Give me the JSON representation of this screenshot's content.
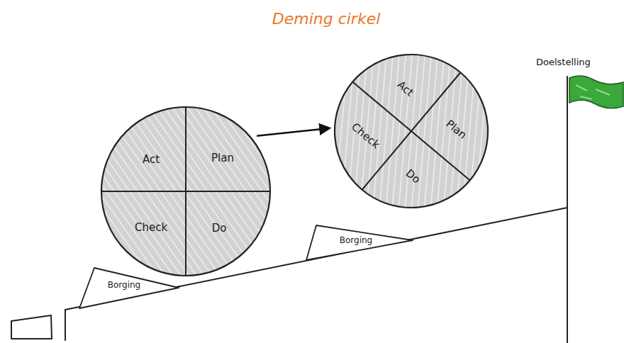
{
  "diagram": {
    "title": "Deming cirkel",
    "nodes": [
      {
        "text": [
          "Act",
          "Plan",
          "Check",
          "Do"
        ]
      },
      {
        "text": [
          "Borging"
        ]
      },
      {
        "text": [
          "Act",
          "Check",
          "Plan",
          "Do"
        ]
      },
      {
        "text": [
          "Borging"
        ]
      }
    ],
    "edges": [
      {
        "from": 0,
        "to": 2,
        "arrow": "to"
      }
    ],
    "labels": [
      "Doelstelling"
    ]
  }
}
